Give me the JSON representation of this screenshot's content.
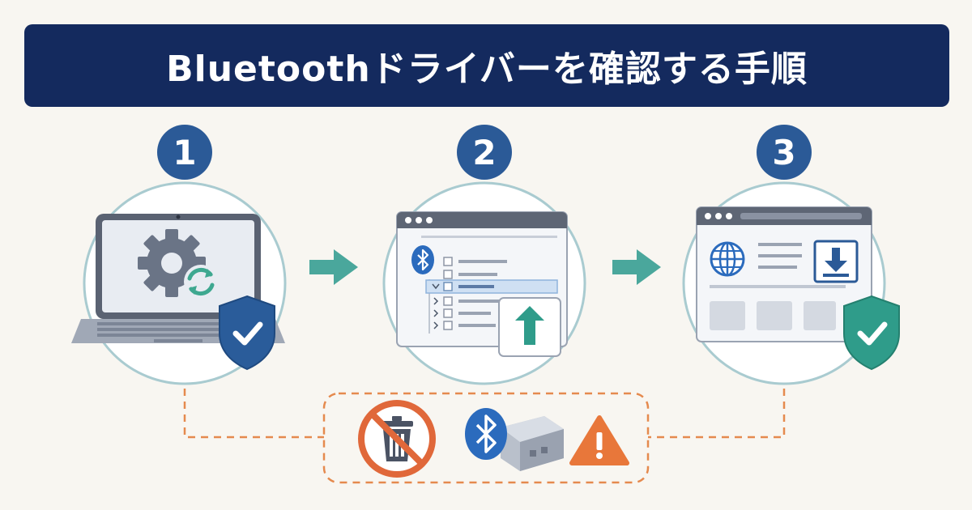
{
  "title": "Bluetoothドライバーを確認する手順",
  "steps": [
    {
      "number": "1",
      "icons": [
        "laptop-icon",
        "gear-icon",
        "refresh-icon",
        "shield-check-icon"
      ]
    },
    {
      "number": "2",
      "icons": [
        "window-icon",
        "bluetooth-icon",
        "device-tree-icon",
        "upload-arrow-icon"
      ]
    },
    {
      "number": "3",
      "icons": [
        "browser-window-icon",
        "globe-icon",
        "download-icon",
        "shield-check-icon"
      ]
    }
  ],
  "warning_icons": [
    "no-delete-icon",
    "bluetooth-icon",
    "adapter-box-icon",
    "warning-icon"
  ],
  "colors": {
    "title_bg": "#142a5e",
    "badge": "#2b5a97",
    "arrow": "#4aa79c",
    "circle_stroke": "#a9cbd0",
    "dashed": "#e58a4e",
    "shield_blue": "#2a5c9a",
    "shield_teal": "#2f9c8a",
    "warning": "#e8773a",
    "prohibit": "#e0683a"
  }
}
